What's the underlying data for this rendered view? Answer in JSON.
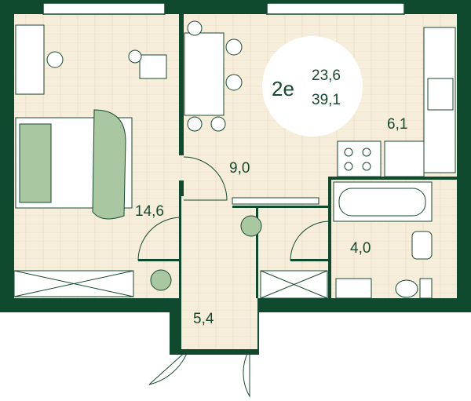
{
  "plan": {
    "apartment_type": "2е",
    "living_area": "23,6",
    "total_area": "39,1",
    "rooms": [
      {
        "name": "bedroom",
        "area": "14,6"
      },
      {
        "name": "kitchen-living",
        "area": "9,0"
      },
      {
        "name": "kitchen",
        "area": "6,1"
      },
      {
        "name": "bathroom",
        "area": "4,0"
      },
      {
        "name": "hallway",
        "area": "5,4"
      }
    ]
  },
  "colors": {
    "wall": "#0f4a2e",
    "floor": "#f6eedb",
    "line": "#164a2f",
    "plant": "#a9c7a0"
  }
}
